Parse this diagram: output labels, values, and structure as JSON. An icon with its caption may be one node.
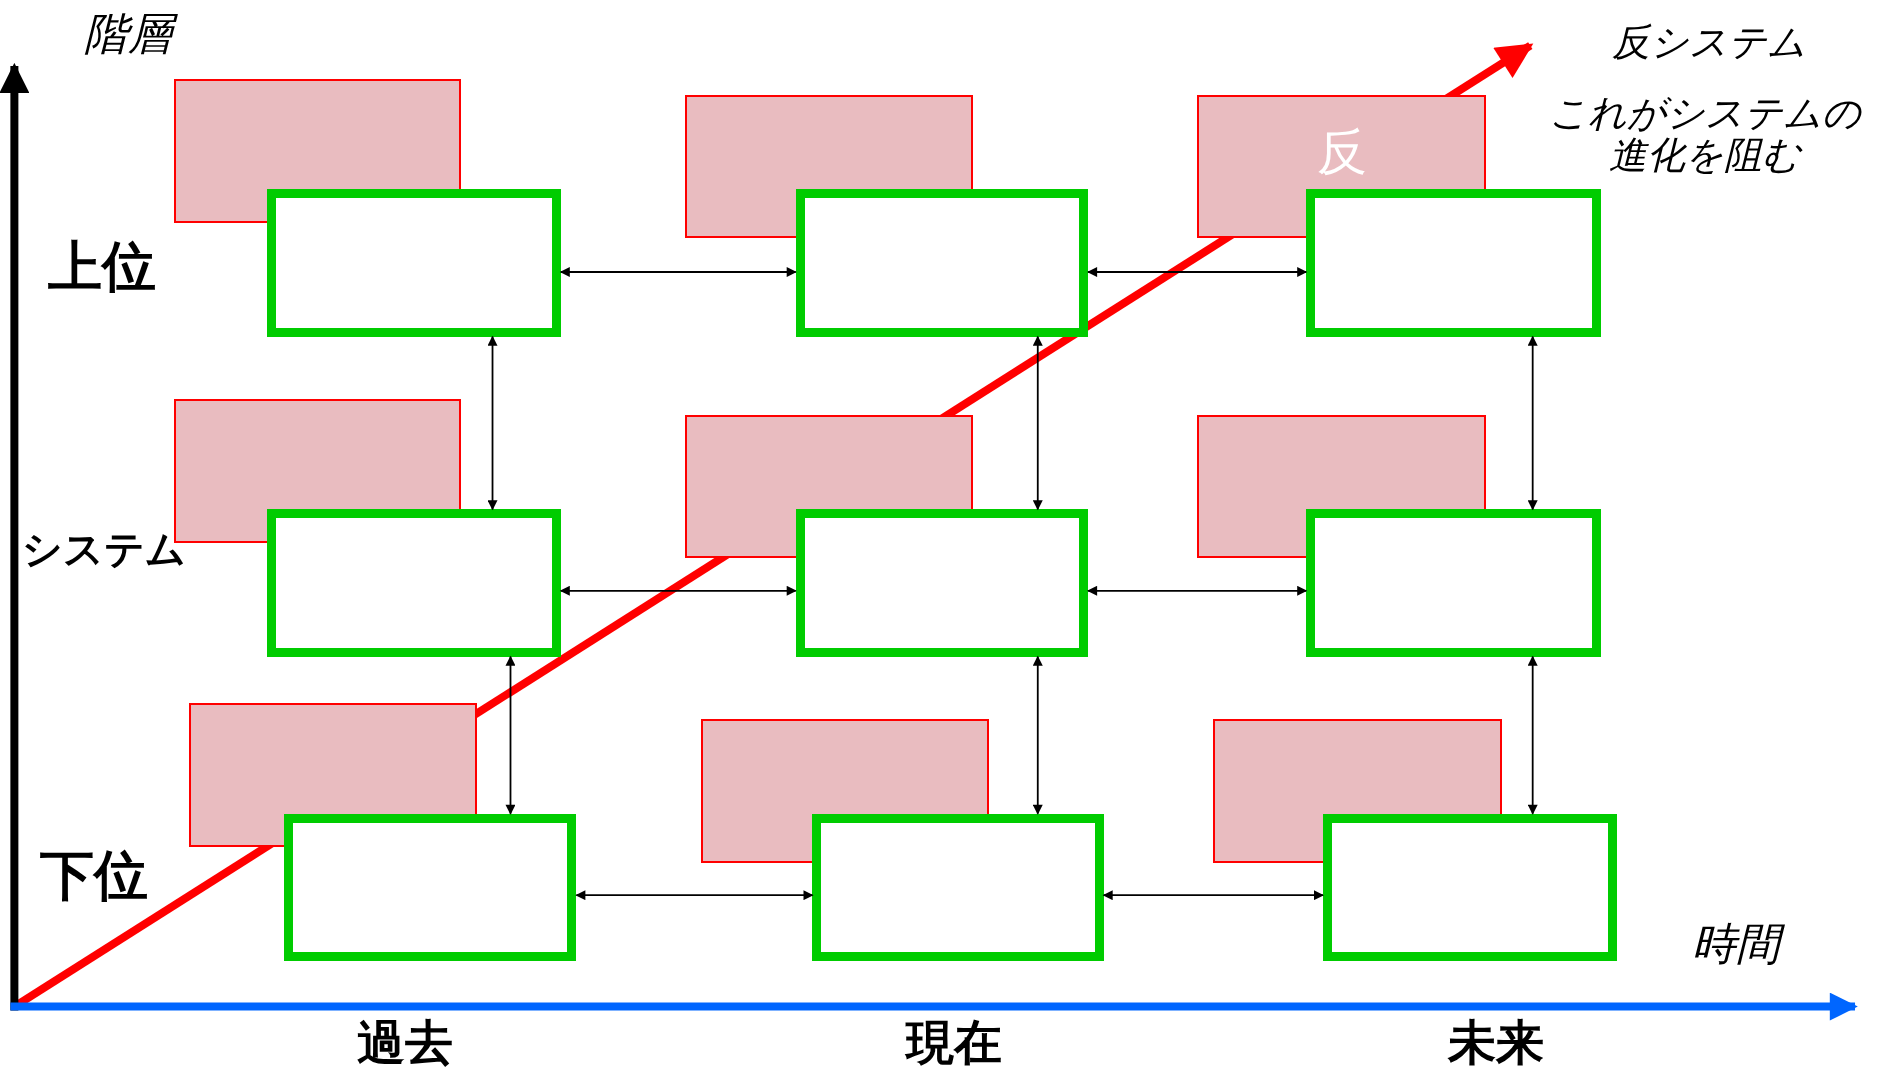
{
  "diagram": {
    "nodes": [
      {
        "text": [],
        "shape": "box"
      },
      {
        "text": [],
        "shape": "box"
      },
      {
        "text": [
          "反"
        ]
      },
      {
        "text": [],
        "shape": "box"
      },
      {
        "text": [],
        "shape": "box"
      },
      {
        "text": [],
        "shape": "box"
      },
      {
        "text": [],
        "shape": "box"
      },
      {
        "text": [],
        "shape": "box"
      },
      {
        "text": [],
        "shape": "box"
      },
      {
        "text": [],
        "shape": "box"
      },
      {
        "text": [],
        "shape": "box"
      },
      {
        "text": [],
        "shape": "box"
      },
      {
        "text": [],
        "shape": "box"
      },
      {
        "text": [],
        "shape": "box"
      },
      {
        "text": [],
        "shape": "box"
      },
      {
        "text": [],
        "shape": "box"
      },
      {
        "text": [],
        "shape": "box"
      },
      {
        "text": [],
        "shape": "box"
      }
    ],
    "edges": [
      {
        "from": 3,
        "to": 4,
        "arrow": "both"
      },
      {
        "from": 4,
        "to": 5,
        "arrow": "both"
      },
      {
        "from": 9,
        "to": 10,
        "arrow": "both"
      },
      {
        "from": 10,
        "to": 11,
        "arrow": "both"
      },
      {
        "from": 15,
        "to": 16,
        "arrow": "both"
      },
      {
        "from": 16,
        "to": 17,
        "arrow": "both"
      },
      {
        "from": 3,
        "to": 9,
        "arrow": "both"
      },
      {
        "from": 9,
        "to": 15,
        "arrow": "both"
      },
      {
        "from": 4,
        "to": 10,
        "arrow": "both"
      },
      {
        "from": 10,
        "to": 16,
        "arrow": "both"
      },
      {
        "from": 5,
        "to": 11,
        "arrow": "both"
      },
      {
        "from": 11,
        "to": 17,
        "arrow": "both"
      }
    ],
    "labels": [
      "階層",
      "反システム",
      "これがシステムの進化を阻む",
      "上位",
      "システム",
      "下位",
      "時間",
      "過去",
      "現在",
      "未来"
    ]
  }
}
